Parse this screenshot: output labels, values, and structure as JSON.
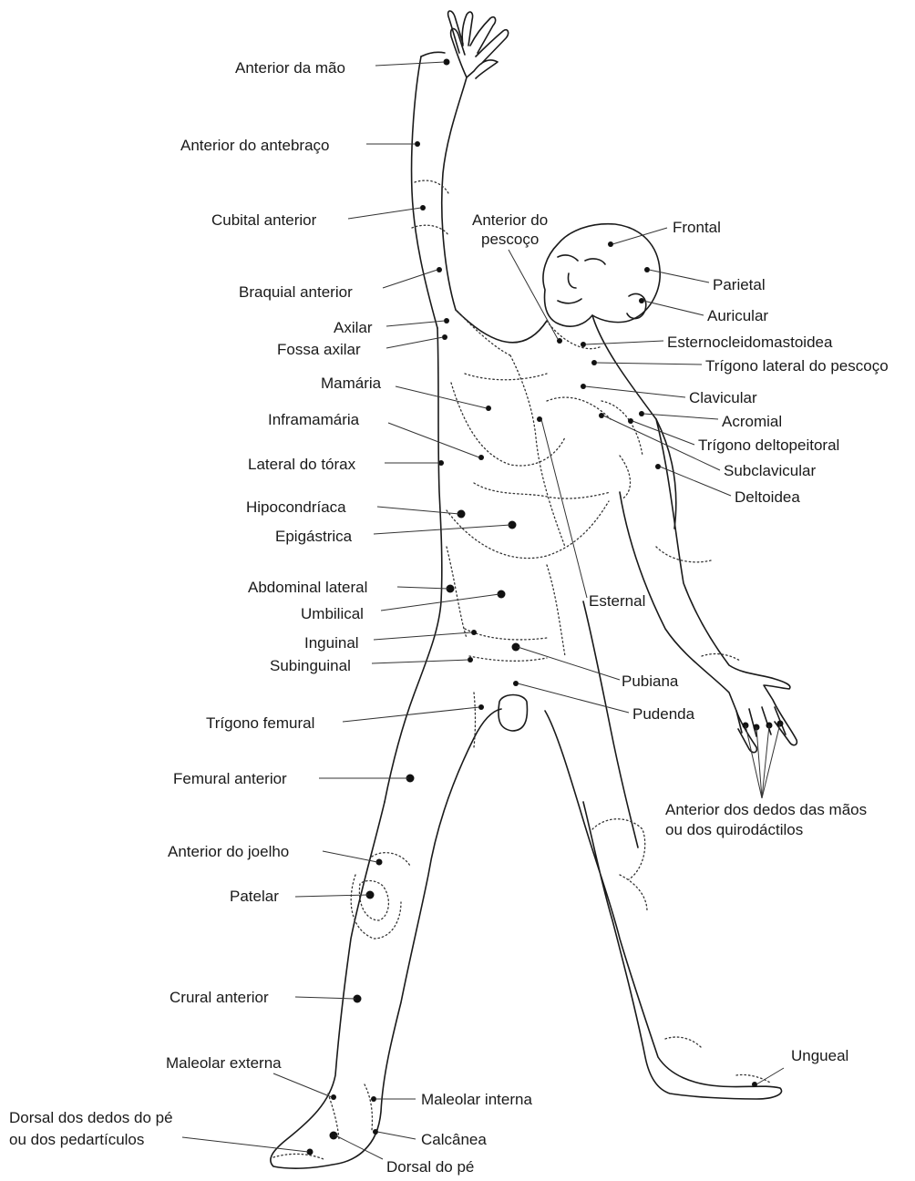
{
  "labels": {
    "anterior_mao": "Anterior da mão",
    "anterior_antebraco": "Anterior do antebraço",
    "cubital_anterior": "Cubital anterior",
    "anterior_pescoco_1": "Anterior do",
    "anterior_pescoco_2": "pescoço",
    "frontal": "Frontal",
    "parietal": "Parietal",
    "auricular": "Auricular",
    "braquial_anterior": "Braquial anterior",
    "axilar": "Axilar",
    "fossa_axilar": "Fossa axilar",
    "esternocleidomastoidea": "Esternocleidomastoidea",
    "trigono_lateral_pescoco": "Trígono lateral do pescoço",
    "mamaria": "Mamária",
    "clavicular": "Clavicular",
    "inframamaria": "Inframamária",
    "acromial": "Acromial",
    "trigono_deltopeitoral": "Trígono deltopeitoral",
    "lateral_torax": "Lateral do tórax",
    "subclavicular": "Subclavicular",
    "deltoidea": "Deltoidea",
    "hipocondriaca": "Hipocondríaca",
    "epigastrica": "Epigástrica",
    "abdominal_lateral": "Abdominal lateral",
    "esternal": "Esternal",
    "umbilical": "Umbilical",
    "inguinal": "Inguinal",
    "subinguinal": "Subinguinal",
    "pubiana": "Pubiana",
    "pudenda": "Pudenda",
    "trigono_femural": "Trígono femural",
    "femural_anterior": "Femural anterior",
    "anterior_dedos_maos_1": "Anterior dos dedos das mãos",
    "anterior_dedos_maos_2": "ou dos quirodáctilos",
    "anterior_joelho": "Anterior do joelho",
    "patelar": "Patelar",
    "crural_anterior": "Crural anterior",
    "ungueal": "Ungueal",
    "maleolar_externa": "Maleolar externa",
    "maleolar_interna": "Maleolar interna",
    "dorsal_dedos_pe_1": "Dorsal dos dedos do pé",
    "dorsal_dedos_pe_2": "ou dos pedartículos",
    "calcanea": "Calcânea",
    "dorsal_pe": "Dorsal do pé"
  }
}
